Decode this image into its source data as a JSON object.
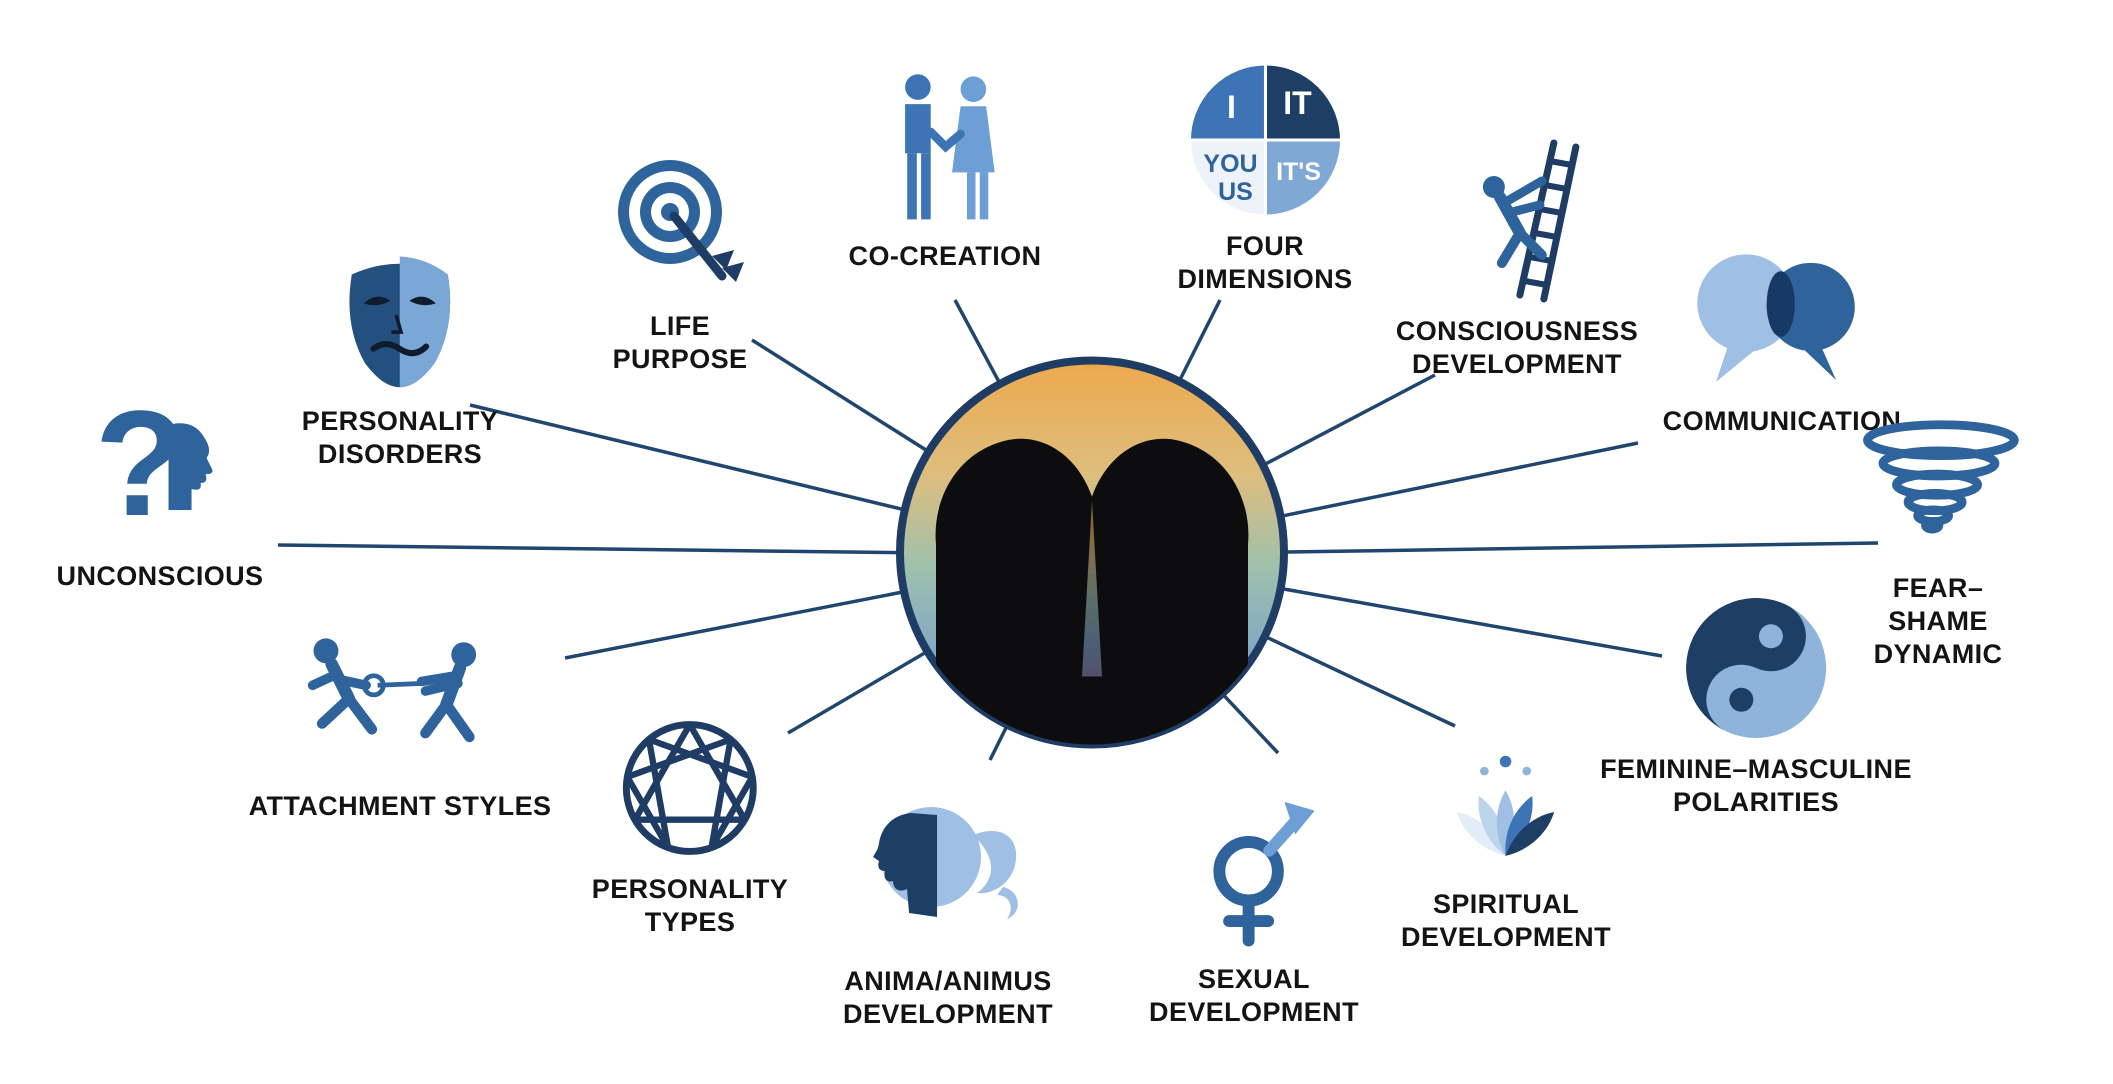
{
  "diagram": {
    "palette": {
      "navy": "#1d3f66",
      "blue": "#2e639c",
      "mid_blue": "#3d74b5",
      "light_blue": "#9fc0e4",
      "pale_blue": "#dce8f5",
      "connector": "#20456e",
      "text": "#141414",
      "sunset_top": "#eda94c",
      "sunset_bottom": "#8e87b8"
    },
    "center": {
      "icon": "couple-heart-sunset-icon"
    },
    "nodes": [
      {
        "id": "unconscious",
        "label": "UNCONSCIOUS",
        "icon": "question-profile-icon"
      },
      {
        "id": "personality-disorders",
        "label": "PERSONALITY\nDISORDERS",
        "icon": "mask-icon"
      },
      {
        "id": "life-purpose",
        "label": "LIFE\nPURPOSE",
        "icon": "target-dart-icon"
      },
      {
        "id": "co-creation",
        "label": "CO-CREATION",
        "icon": "couple-holding-hands-icon"
      },
      {
        "id": "four-dimensions",
        "label": "FOUR\nDIMENSIONS",
        "icon": "four-quadrant-circle-icon",
        "quadrants": {
          "i": "I",
          "it": "IT",
          "you": "YOU",
          "us": "US",
          "its": "IT'S"
        }
      },
      {
        "id": "consciousness-development",
        "label": "CONSCIOUSNESS\nDEVELOPMENT",
        "icon": "ladder-climb-icon"
      },
      {
        "id": "communication",
        "label": "COMMUNICATION",
        "icon": "speech-bubbles-icon"
      },
      {
        "id": "fear-shame-dynamic",
        "label": "FEAR–SHAME\nDYNAMIC",
        "icon": "spiral-icon"
      },
      {
        "id": "feminine-masculine-polarities",
        "label": "FEMININE–MASCULINE\nPOLARITIES",
        "icon": "yin-yang-icon"
      },
      {
        "id": "spiritual-development",
        "label": "SPIRITUAL\nDEVELOPMENT",
        "icon": "lotus-icon"
      },
      {
        "id": "sexual-development",
        "label": "SEXUAL\nDEVELOPMENT",
        "icon": "gender-symbols-icon"
      },
      {
        "id": "anima-animus-development",
        "label": "ANIMA/ANIMUS\nDEVELOPMENT",
        "icon": "anima-animus-profiles-icon"
      },
      {
        "id": "personality-types",
        "label": "PERSONALITY\nTYPES",
        "icon": "enneagram-icon"
      },
      {
        "id": "attachment-styles",
        "label": "ATTACHMENT STYLES",
        "icon": "tug-of-war-figures-icon"
      }
    ]
  }
}
